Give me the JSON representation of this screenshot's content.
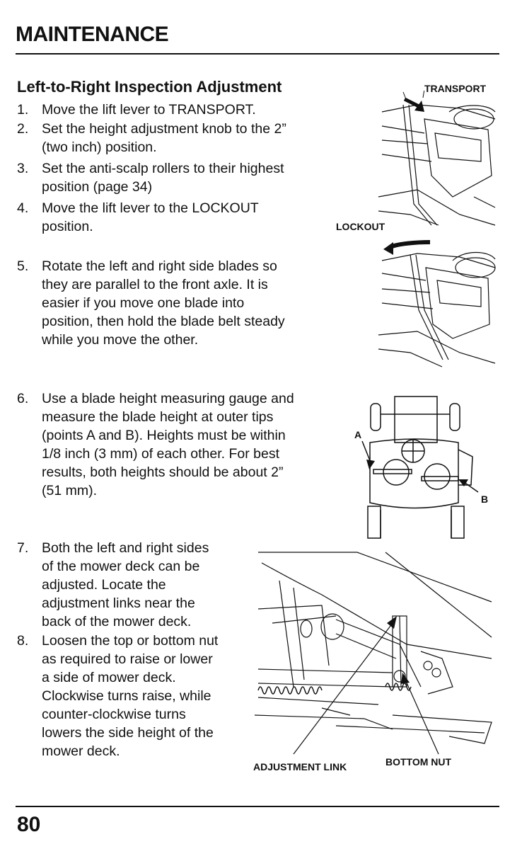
{
  "header": {
    "title": "MAINTENANCE"
  },
  "section": {
    "title": "Left-to-Right Inspection Adjustment"
  },
  "steps": [
    {
      "num": "1.",
      "lines": [
        "Move the lift lever to TRANSPORT."
      ]
    },
    {
      "num": "2.",
      "lines": [
        "Set the height adjustment knob to the 2”",
        "(two inch) position."
      ]
    },
    {
      "num": "3.",
      "lines": [
        "Set the anti-scalp rollers to their highest",
        "position (page 34)"
      ]
    },
    {
      "num": "4.",
      "lines": [
        "Move the lift lever to the LOCKOUT",
        "position."
      ]
    },
    {
      "num": "5.",
      "lines": [
        "Rotate the left and right side blades so",
        "they are parallel to the front axle. It is",
        "easier if you move one blade into",
        "position, then hold the blade belt steady",
        "while you move the other."
      ]
    },
    {
      "num": "6.",
      "lines": [
        "Use a blade height measuring gauge and",
        "measure the blade height at outer tips",
        "(points A and B). Heights must be within",
        "1/8 inch (3 mm) of each other. For best",
        "results, both heights should be about 2”",
        "(51 mm)."
      ]
    },
    {
      "num": "7.",
      "lines": [
        "Both the left and right sides",
        "of the mower deck can be",
        "adjusted. Locate the",
        "adjustment links near the",
        "back of the mower deck."
      ]
    },
    {
      "num": "8.",
      "lines": [
        "Loosen the top or bottom nut",
        "as required to raise or lower",
        "a side of mower deck.",
        "Clockwise turns raise, while",
        "counter-clockwise turns",
        "lowers the side height of the",
        "mower deck."
      ]
    }
  ],
  "figures": {
    "transport_label": "TRANSPORT",
    "lockout_label": "LOCKOUT",
    "point_a_label": "A",
    "point_b_label": "B",
    "adjustment_link_label": "ADJUSTMENT LINK",
    "bottom_nut_label": "BOTTOM NUT"
  },
  "footer": {
    "page_number": "80"
  }
}
